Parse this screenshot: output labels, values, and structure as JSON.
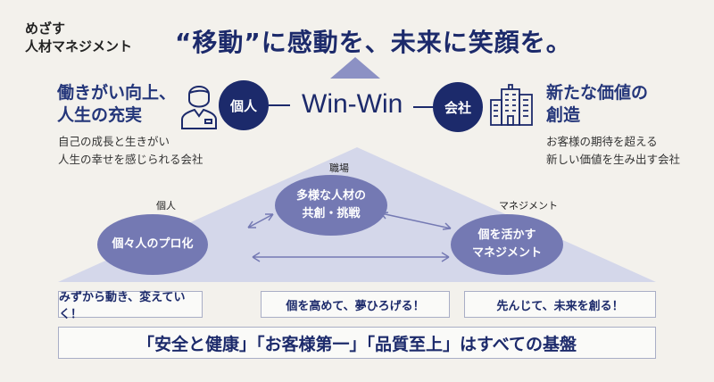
{
  "tagline": {
    "line1": "めざす",
    "line2": "人材マネジメント"
  },
  "title": "“移動”に感動を、未来に笑顔を。",
  "left": {
    "heading1": "働きがい向上、",
    "heading2": "人生の充実",
    "sub1": "自己の成長と生きがい",
    "sub2": "人生の幸せを感じられる会社",
    "circle": "個人"
  },
  "center": "Win-Win",
  "right": {
    "heading1": "新たな価値の",
    "heading2": "創造",
    "sub1": "お客様の期待を超える",
    "sub2": "新しい価値を生み出す会社",
    "circle": "会社"
  },
  "pyramid": {
    "labels": {
      "individual": "個人",
      "workplace": "職場",
      "management": "マネジメント"
    },
    "ellipses": {
      "left": [
        "個々人のプロ化"
      ],
      "middle": [
        "多様な人材の",
        "共創・挑戦"
      ],
      "right": [
        "個を活かす",
        "マネジメント"
      ]
    }
  },
  "slogans": [
    "みずから動き、変えていく！",
    "個を高めて、夢ひろげる！",
    "先んじて、未来を創る！"
  ],
  "foundation": "「安全と健康」「お客様第一」「品質至上」はすべての基盤",
  "colors": {
    "navy": "#1c2a6b",
    "ellipse": "#7479b3",
    "triangle": "#d4d7ea",
    "background": "#f3f1ec"
  }
}
